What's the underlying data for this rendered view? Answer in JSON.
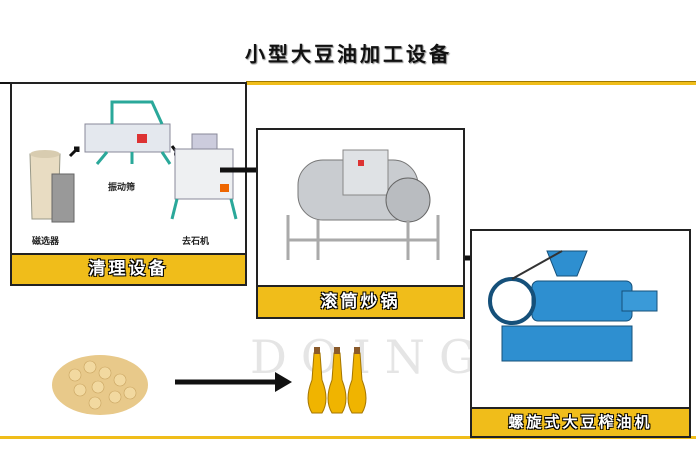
{
  "title": "小型大豆油加工设备",
  "watermark": "DOING",
  "stages": [
    {
      "label": "清理设备",
      "sub_labels": [
        "磁选器",
        "振动筛",
        "去石机"
      ]
    },
    {
      "label": "滚筒炒锅"
    },
    {
      "label": "螺旋式大豆榨油机"
    }
  ],
  "colors": {
    "accent": "#f0bd1a",
    "machine_green": "#2aa89a",
    "machine_blue": "#2e8fd0"
  }
}
